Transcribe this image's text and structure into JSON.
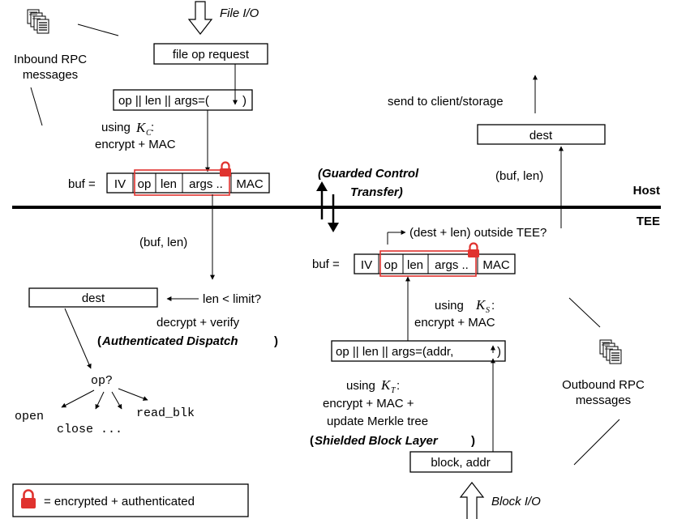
{
  "io": {
    "file_io": "File I/O",
    "block_io": "Block I/O"
  },
  "host_side": {
    "inbound_rpc": [
      "Inbound RPC",
      "messages"
    ],
    "file_op_request": "file op request",
    "args_box": "op || len || args=(",
    "args_box_end": ")",
    "using_label": "using",
    "key_c_main": "K",
    "key_c_sub": "C",
    "key_c_colon": " :",
    "encrypt_mac": "encrypt + MAC",
    "buf_label": "buf =",
    "buf_cells": [
      "IV",
      "op",
      "len",
      "args ..",
      "MAC"
    ],
    "send_to": "send to client/storage",
    "dest": "dest",
    "buf_len": "(buf, len)"
  },
  "boundary": {
    "host": "Host",
    "tee": "TEE",
    "guarded_line1": "(Guarded Control",
    "guarded_line2": "Transfer)"
  },
  "tee_left": {
    "buf_len": "(buf, len)",
    "dest": "dest",
    "limit_check": "len < limit?",
    "decrypt_verify": "decrypt + verify",
    "auth_dispatch_open": "(",
    "auth_dispatch": "Authenticated Dispatch",
    "auth_dispatch_close": ")",
    "op_q": "op?",
    "ops": [
      "open",
      "close ...",
      "read_blk"
    ]
  },
  "tee_right": {
    "dest_check": "(dest + len) outside TEE?",
    "buf_label": "buf =",
    "buf_cells": [
      "IV",
      "op",
      "len",
      "args ..",
      "MAC"
    ],
    "using_label": "using",
    "key_s_main": "K",
    "key_s_sub": "S",
    "key_s_colon": ":",
    "encrypt_mac": "encrypt + MAC",
    "args_box": "op || len || args=(addr,",
    "args_box_end": ")",
    "key_t_main": "K",
    "key_t_sub": "T",
    "key_t_colon": ":",
    "encrypt_mac_plus": "encrypt + MAC +",
    "update_merkle": "update Merkle tree",
    "shielded_open": "(",
    "shielded": "Shielded Block Layer",
    "shielded_close": ")",
    "block_addr": "block, addr",
    "outbound_rpc": [
      "Outbound RPC",
      "messages"
    ]
  },
  "legend": {
    "text": "= encrypted + authenticated"
  },
  "colors": {
    "lock": "#e0322e",
    "ink": "#000000"
  },
  "icons": [
    "file-io-arrow-icon",
    "block-io-arrow-icon",
    "lock-icon",
    "message-stack-icon",
    "bidirectional-arrow-icon"
  ]
}
